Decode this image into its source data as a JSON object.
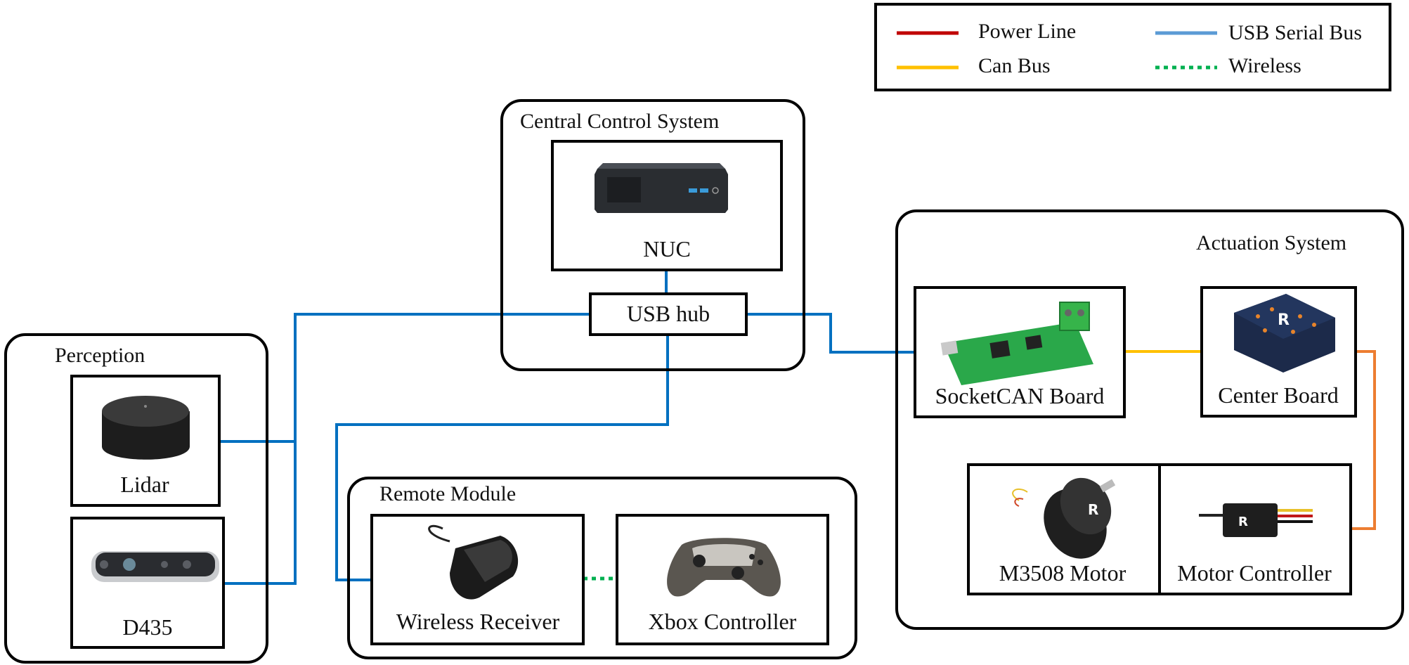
{
  "legend": {
    "power_line": "Power Line",
    "can_bus": "Can Bus",
    "usb_serial_bus": "USB Serial Bus",
    "wireless": "Wireless"
  },
  "colors": {
    "power": "#c00000",
    "can": "#ffc000",
    "usb": "#0070c0",
    "wireless": "#00b050",
    "power_link": "#ed7d31"
  },
  "groups": {
    "central": "Central Control System",
    "actuation": "Actuation System",
    "perception": "Perception",
    "remote": "Remote Module"
  },
  "components": {
    "nuc": "NUC",
    "usb_hub": "USB hub",
    "socketcan": "SocketCAN Board",
    "center_board": "Center Board",
    "m3508": "M3508 Motor",
    "motor_controller": "Motor Controller",
    "lidar": "Lidar",
    "d435": "D435",
    "wireless_receiver": "Wireless Receiver",
    "xbox": "Xbox Controller"
  }
}
